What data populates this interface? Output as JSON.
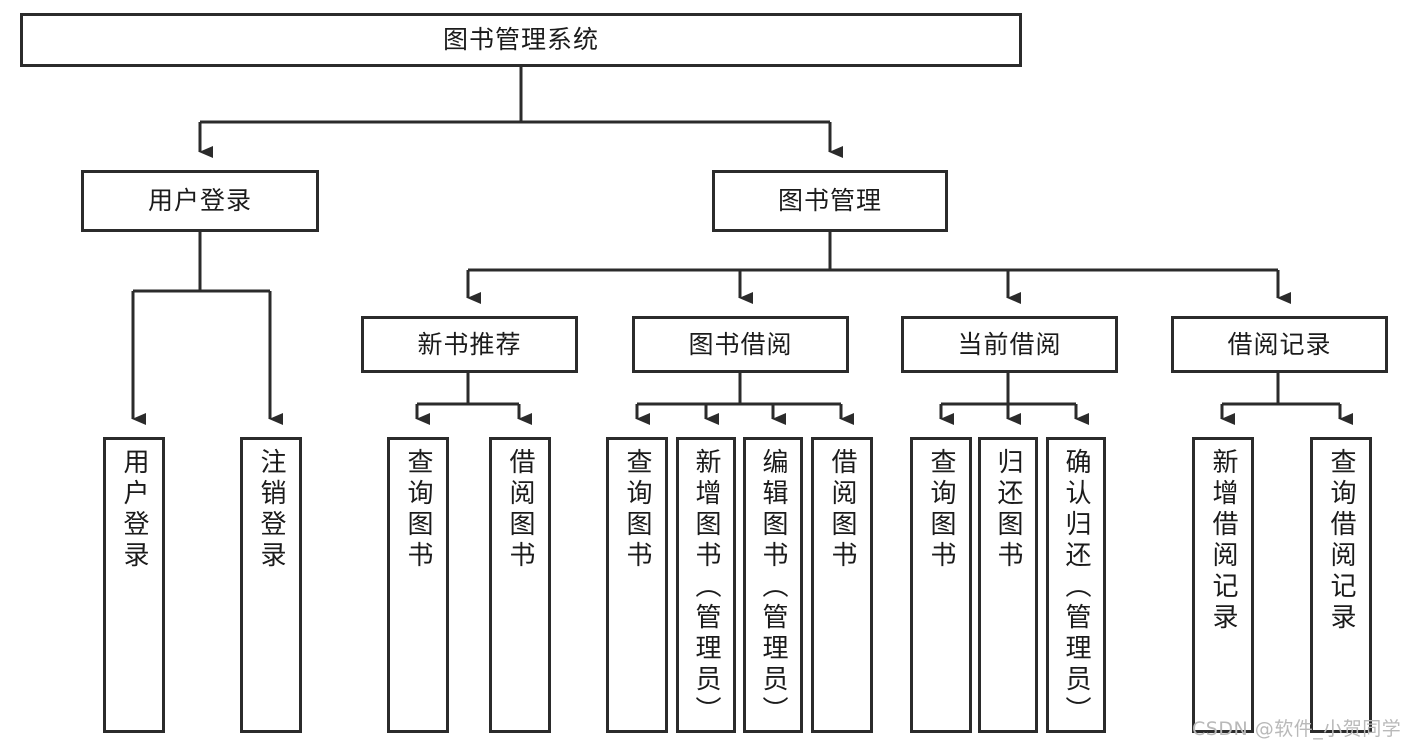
{
  "diagram": {
    "title": "图书管理系统",
    "type": "tree-hierarchy-diagram",
    "colors": {
      "box_border": "#2b2b2b",
      "box_fill": "#ffffff",
      "connector": "#2b2b2b",
      "background": "#ffffff",
      "watermark": "#b9b9b9"
    },
    "root": {
      "label": "图书管理系统"
    },
    "level1": [
      {
        "label": "用户登录"
      },
      {
        "label": "图书管理"
      }
    ],
    "level2": [
      {
        "label": "新书推荐"
      },
      {
        "label": "图书借阅"
      },
      {
        "label": "当前借阅"
      },
      {
        "label": "借阅记录"
      }
    ],
    "leaves": {
      "user_login": [
        {
          "label": "用户登录"
        },
        {
          "label": "注销登录"
        }
      ],
      "new_book_recommend": [
        {
          "label": "查询图书"
        },
        {
          "label": "借阅图书"
        }
      ],
      "book_borrow": [
        {
          "label": "查询图书"
        },
        {
          "label": "新增图书（管理员）"
        },
        {
          "label": "编辑图书（管理员）"
        },
        {
          "label": "借阅图书"
        }
      ],
      "current_borrow": [
        {
          "label": "查询图书"
        },
        {
          "label": "归还图书"
        },
        {
          "label": "确认归还（管理员）"
        }
      ],
      "borrow_record": [
        {
          "label": "新增借阅记录"
        },
        {
          "label": "查询借阅记录"
        }
      ]
    }
  },
  "watermark": {
    "text": "CSDN @软件_小贺同学"
  }
}
